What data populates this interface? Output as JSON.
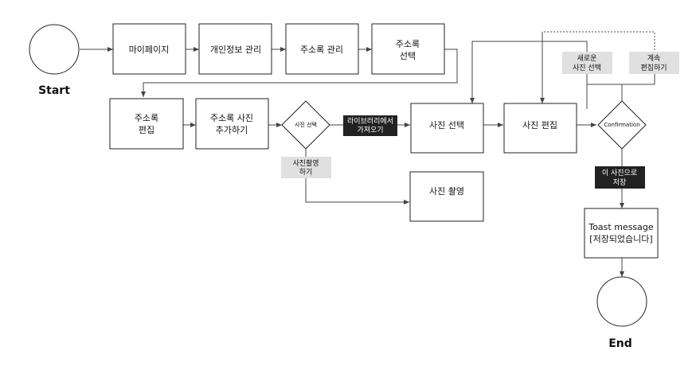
{
  "start": {
    "label": "Start"
  },
  "end": {
    "label": "End"
  },
  "nodes": {
    "mypage": "마이페이지",
    "personal_info": "개인정보 관리",
    "address_manage": "주소록 관리",
    "address_select": [
      "주소록",
      "선택"
    ],
    "address_edit": [
      "주소록",
      "편집"
    ],
    "add_photo": [
      "주소록 사진",
      "추가하기"
    ],
    "photo_select_decision": "사진 선택",
    "photo_select": "사진 선택",
    "photo_edit": "사진 편집",
    "photo_capture": "사진 촬영",
    "confirmation": "Confirmation",
    "toast": [
      "Toast message",
      "[저장되었습니다]"
    ]
  },
  "edge_labels": {
    "from_library": [
      "라이브러리에서",
      "가져오기"
    ],
    "take_photo": [
      "사진촬영",
      "하기"
    ],
    "new_photo_select": [
      "새로운",
      "사진 선택"
    ],
    "continue_edit": [
      "계속",
      "편집하기"
    ],
    "save_photo": [
      "이 사진으로",
      "저장"
    ]
  },
  "colors": {
    "dark_label": "#222222",
    "light_label": "#e0e0e0",
    "stroke": "#222222"
  }
}
